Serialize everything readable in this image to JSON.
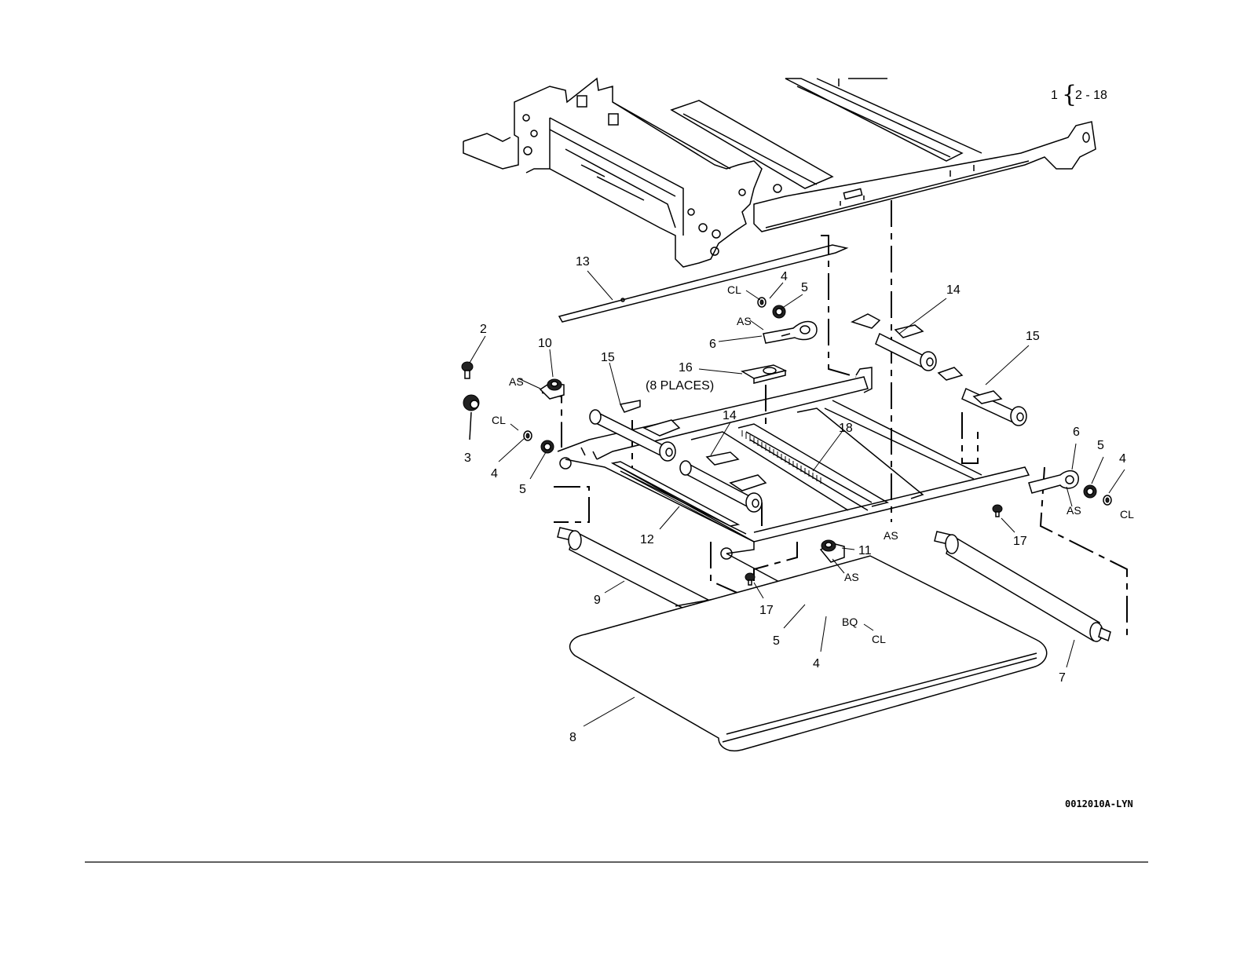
{
  "assembly": {
    "number": "1",
    "range": "2 - 18"
  },
  "figure_code": "0012010A-LYN",
  "callouts": {
    "c2": "2",
    "c3": "3",
    "c4a": "4",
    "c5a": "5",
    "c4b": "4",
    "c5b": "5",
    "c6a": "6",
    "c4c": "4",
    "c5c": "5",
    "c6b": "6",
    "c4d": "4",
    "c5d": "5",
    "c7": "7",
    "c8": "8",
    "c9": "9",
    "c10": "10",
    "c11": "11",
    "c12": "12",
    "c13": "13",
    "c14a": "14",
    "c14b": "14",
    "c15a": "15",
    "c15b": "15",
    "c16": "16",
    "c17a": "17",
    "c17b": "17",
    "c18": "18"
  },
  "notes": {
    "places": "(8 PLACES)",
    "as": "AS",
    "cl": "CL",
    "bq": "BQ"
  }
}
